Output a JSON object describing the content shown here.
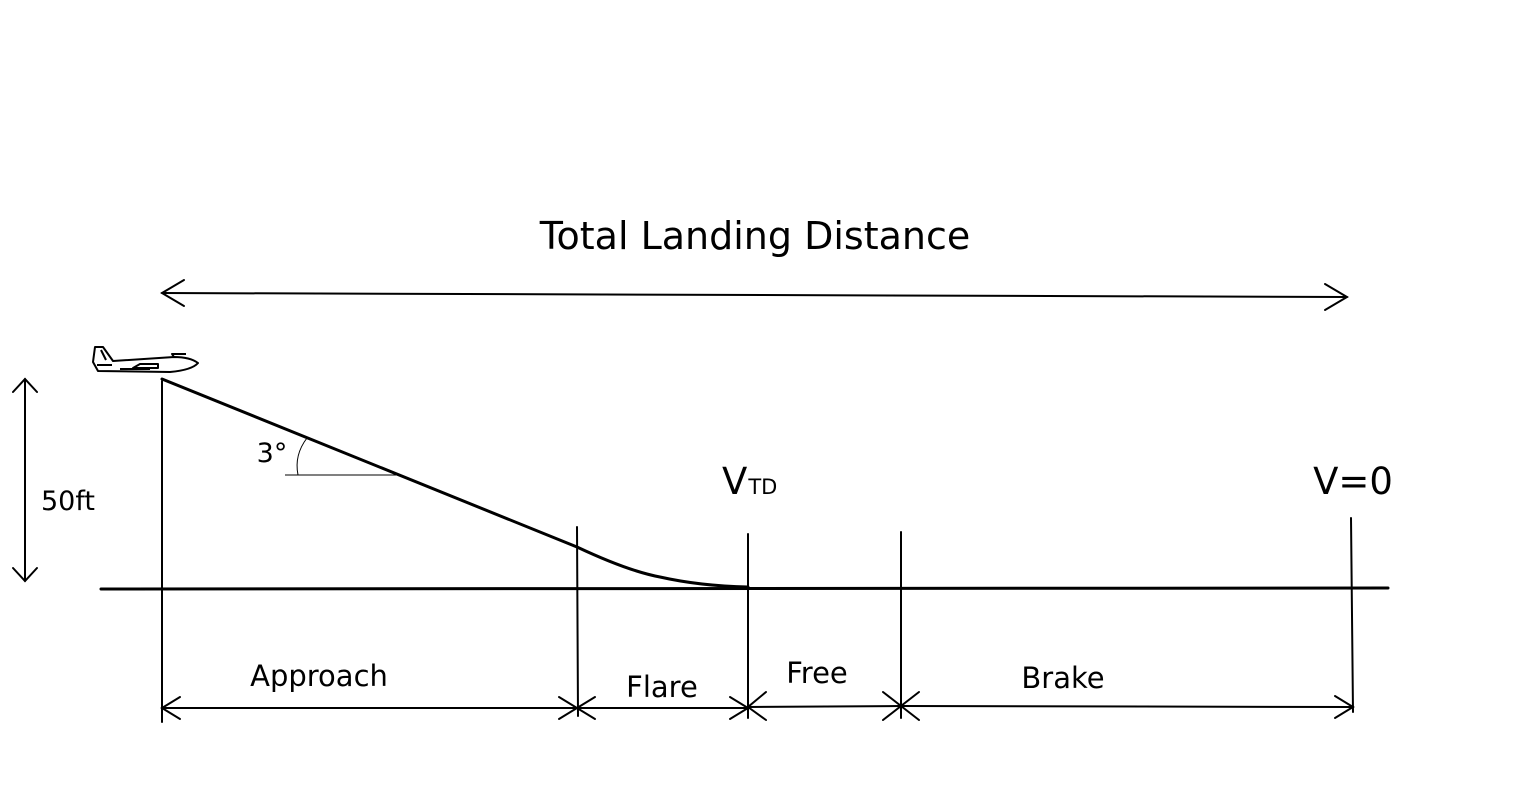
{
  "title": "Total Landing Distance",
  "height_label": "50ft",
  "angle_label": "3°",
  "vtd_label": {
    "main": "V",
    "sub": "TD"
  },
  "stop_label": "V=0",
  "segments": [
    {
      "label": "Approach"
    },
    {
      "label": "Flare"
    },
    {
      "label": "Free"
    },
    {
      "label": "Brake"
    }
  ],
  "colors": {
    "line": "#000000",
    "background": "#ffffff"
  }
}
